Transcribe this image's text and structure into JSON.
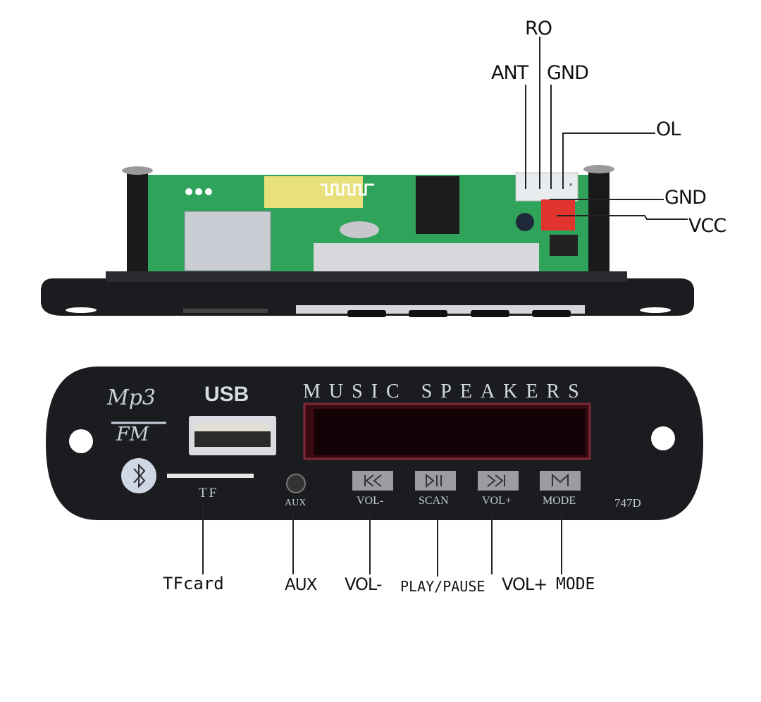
{
  "top_labels": {
    "ro": "RO",
    "ant": "ANT",
    "gnd_top": "GND",
    "ol": "OL",
    "gnd_side": "GND",
    "vcc": "VCC"
  },
  "panel": {
    "logo_mp3": "Mp3",
    "logo_fm": "FM",
    "usb": "USB",
    "title": "MUSIC SPEAKERS",
    "tf": "TF",
    "aux": "AUX",
    "vol_minus": "VOL-",
    "scan": "SCAN",
    "vol_plus": "VOL+",
    "mode": "MODE",
    "model": "747D"
  },
  "bottom_labels": {
    "tfcard": "TFcard",
    "aux": "AUX",
    "vol_minus": "VOL-",
    "play_pause": "PLAY/PAUSE",
    "vol_plus": "VOL+",
    "mode": "MODE"
  },
  "colors": {
    "pcb": "#2fa35a",
    "panel": "#1b1c1f",
    "display": "#3a0a12",
    "connector_red": "#e2342e"
  }
}
